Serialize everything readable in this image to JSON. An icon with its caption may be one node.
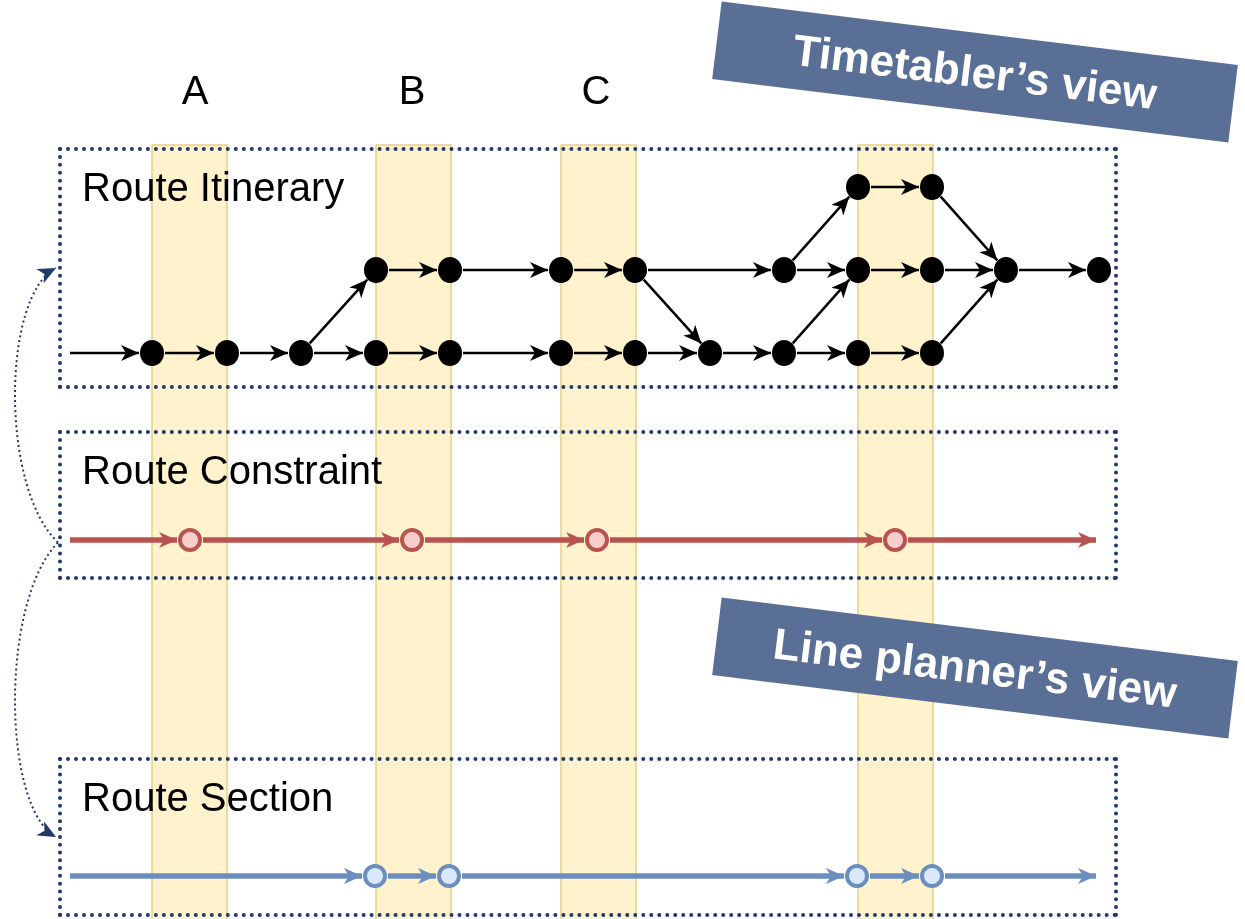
{
  "diagram": {
    "nodes": [
      {
        "text": [
          "Route Itinerary"
        ]
      },
      {
        "text": [],
        "shape": "circle",
        "in": 0
      },
      {
        "text": [],
        "shape": "circle",
        "in": 0
      },
      {
        "text": [],
        "shape": "circle",
        "in": 0
      },
      {
        "text": [],
        "shape": "circle",
        "in": 0
      },
      {
        "text": [],
        "shape": "circle",
        "in": 0
      },
      {
        "text": [],
        "shape": "circle",
        "in": 0
      },
      {
        "text": [],
        "shape": "circle",
        "in": 0
      },
      {
        "text": [],
        "shape": "circle",
        "in": 0
      },
      {
        "text": [],
        "shape": "circle",
        "in": 0
      },
      {
        "text": [],
        "shape": "circle",
        "in": 0
      },
      {
        "text": [],
        "shape": "circle",
        "in": 0
      },
      {
        "text": [],
        "shape": "circle",
        "in": 0
      },
      {
        "text": [],
        "shape": "circle",
        "in": 0
      },
      {
        "text": [],
        "shape": "circle",
        "in": 0
      },
      {
        "text": [],
        "shape": "circle",
        "in": 0
      },
      {
        "text": [],
        "shape": "circle",
        "in": 0
      },
      {
        "text": [],
        "shape": "circle",
        "in": 0
      },
      {
        "text": [],
        "shape": "circle",
        "in": 0
      },
      {
        "text": [],
        "shape": "circle",
        "in": 0
      },
      {
        "text": [],
        "shape": "circle",
        "in": 0
      },
      {
        "text": [],
        "shape": "circle",
        "in": 0
      },
      {
        "text": [],
        "shape": "circle",
        "in": 0
      },
      {
        "text": [
          "Timetabler’s view"
        ]
      },
      {
        "text": [
          "Route Constraint"
        ]
      },
      {
        "text": [],
        "shape": "circle",
        "in": 24
      },
      {
        "text": [],
        "shape": "circle",
        "in": 24
      },
      {
        "text": [],
        "shape": "circle",
        "in": 24
      },
      {
        "text": [],
        "shape": "circle",
        "in": 24
      },
      {
        "text": [
          "Line planner’s view"
        ]
      },
      {
        "text": [
          "Route Section"
        ]
      },
      {
        "text": [],
        "shape": "circle",
        "in": 30
      },
      {
        "text": [],
        "shape": "circle",
        "in": 30
      },
      {
        "text": [],
        "shape": "circle",
        "in": 30
      },
      {
        "text": [],
        "shape": "circle",
        "in": 30
      }
    ],
    "edges": [
      {
        "from": null,
        "to": 12,
        "arrow": "to"
      },
      {
        "from": 12,
        "to": 13,
        "arrow": "to"
      },
      {
        "from": 13,
        "to": 14,
        "arrow": "to"
      },
      {
        "from": 14,
        "to": 15,
        "arrow": "to"
      },
      {
        "from": 14,
        "to": 3,
        "arrow": "to"
      },
      {
        "from": 15,
        "to": 16,
        "arrow": "to"
      },
      {
        "from": 16,
        "to": 17,
        "arrow": "to"
      },
      {
        "from": 17,
        "to": 18,
        "arrow": "to"
      },
      {
        "from": 18,
        "to": 19,
        "arrow": "to"
      },
      {
        "from": 19,
        "to": 20,
        "arrow": "to"
      },
      {
        "from": 20,
        "to": 21,
        "arrow": "to"
      },
      {
        "from": 20,
        "to": 8,
        "arrow": "to"
      },
      {
        "from": 21,
        "to": 22,
        "arrow": "to"
      },
      {
        "from": 22,
        "to": 10,
        "arrow": "to"
      },
      {
        "from": 3,
        "to": 4,
        "arrow": "to"
      },
      {
        "from": 4,
        "to": 5,
        "arrow": "to"
      },
      {
        "from": 5,
        "to": 6,
        "arrow": "to"
      },
      {
        "from": 6,
        "to": 7,
        "arrow": "to"
      },
      {
        "from": 6,
        "to": 19,
        "arrow": "to"
      },
      {
        "from": 7,
        "to": 8,
        "arrow": "to"
      },
      {
        "from": 7,
        "to": 1,
        "arrow": "to"
      },
      {
        "from": 8,
        "to": 9,
        "arrow": "to"
      },
      {
        "from": 9,
        "to": 10,
        "arrow": "to"
      },
      {
        "from": 10,
        "to": 11,
        "arrow": "to"
      },
      {
        "from": 1,
        "to": 2,
        "arrow": "to"
      },
      {
        "from": 2,
        "to": 10,
        "arrow": "to"
      },
      {
        "from": null,
        "to": 25,
        "arrow": "to",
        "color": "#b85450",
        "style": "thick"
      },
      {
        "from": 25,
        "to": 26,
        "arrow": "to",
        "color": "#b85450",
        "style": "thick"
      },
      {
        "from": 26,
        "to": 27,
        "arrow": "to",
        "color": "#b85450",
        "style": "thick"
      },
      {
        "from": 27,
        "to": 28,
        "arrow": "to",
        "color": "#b85450",
        "style": "thick"
      },
      {
        "from": 28,
        "to": null,
        "arrow": "to",
        "color": "#b85450",
        "style": "thick"
      },
      {
        "from": null,
        "to": 31,
        "arrow": "to",
        "color": "#6c8ebf",
        "style": "thick"
      },
      {
        "from": 31,
        "to": 32,
        "arrow": "to",
        "color": "#6c8ebf",
        "style": "thick"
      },
      {
        "from": 32,
        "to": 33,
        "arrow": "to",
        "color": "#6c8ebf",
        "style": "thick"
      },
      {
        "from": 33,
        "to": 34,
        "arrow": "to",
        "color": "#6c8ebf",
        "style": "thick"
      },
      {
        "from": 34,
        "to": null,
        "arrow": "to",
        "color": "#6c8ebf",
        "style": "thick"
      },
      {
        "from": 24,
        "to": 0,
        "arrow": "to",
        "color": "#1f3a6b",
        "style": "dashed"
      },
      {
        "from": 24,
        "to": 30,
        "arrow": "to",
        "color": "#1f3a6b",
        "style": "dashed"
      }
    ],
    "labels": [
      "A",
      "B",
      "C"
    ]
  }
}
